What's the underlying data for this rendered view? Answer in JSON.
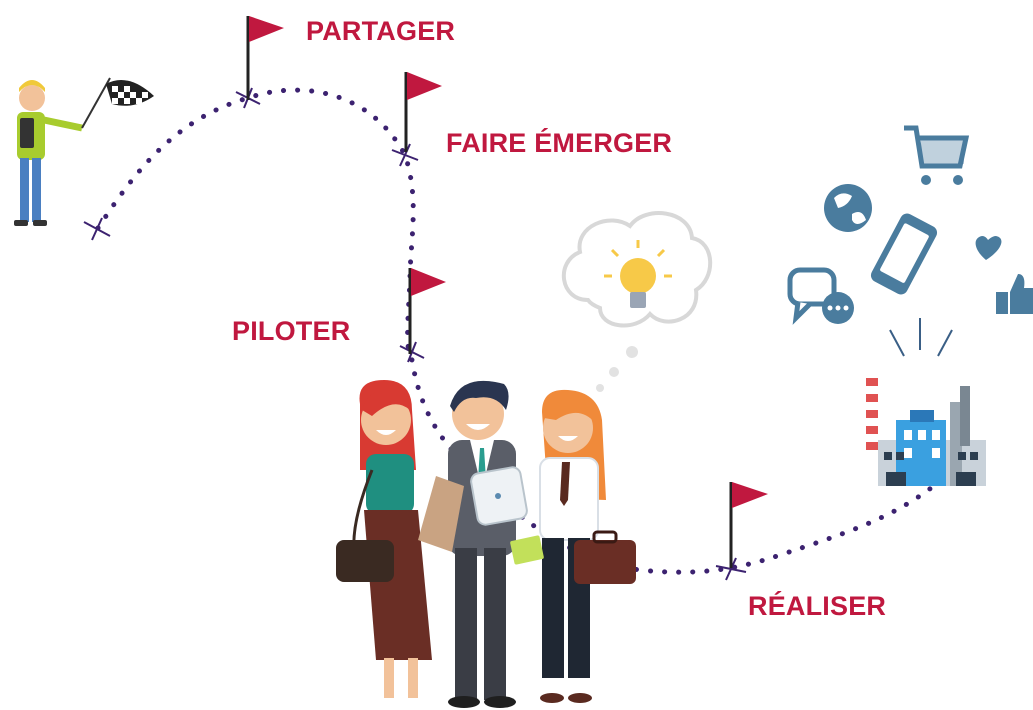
{
  "steps": {
    "partager": "PARTAGER",
    "faire_emerger": "FAIRE ÉMERGER",
    "piloter": "PILOTER",
    "realiser": "RÉALISER"
  },
  "colors": {
    "label": "#c0183f",
    "flag": "#c0183f",
    "path_dots": "#3c2270",
    "icons": "#4a7c9e",
    "bulb": "#f7c948"
  },
  "icons": [
    "checkered-flag-icon",
    "shopping-cart-icon",
    "globe-icon",
    "smartphone-icon",
    "heart-icon",
    "speech-bubble-icon",
    "thumbs-up-icon",
    "lightbulb-icon",
    "factory-icon"
  ]
}
